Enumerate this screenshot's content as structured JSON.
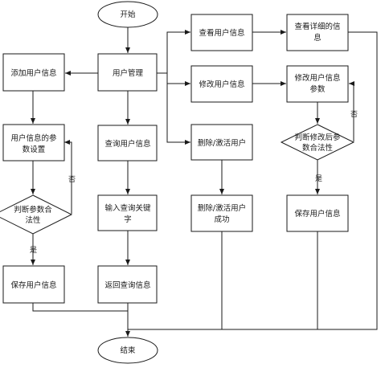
{
  "nodes": {
    "start": {
      "lines": [
        "开始"
      ]
    },
    "user_mgmt": {
      "lines": [
        "用户管理"
      ]
    },
    "add_user": {
      "lines": [
        "添加用户信息"
      ]
    },
    "set_params": {
      "lines": [
        "用户信息的参",
        "数设置"
      ]
    },
    "check_params": {
      "lines": [
        "判断参数合",
        "法性"
      ]
    },
    "save_add": {
      "lines": [
        "保存用户信息"
      ]
    },
    "query_user": {
      "lines": [
        "查询用户信息"
      ]
    },
    "input_keyword": {
      "lines": [
        "输入查询关键",
        "字"
      ]
    },
    "return_query": {
      "lines": [
        "返回查询信息"
      ]
    },
    "view_user": {
      "lines": [
        "查看用户信息"
      ]
    },
    "view_detail": {
      "lines": [
        "查看详细的信",
        "息"
      ]
    },
    "modify_user": {
      "lines": [
        "修改用户信息"
      ]
    },
    "modify_params": {
      "lines": [
        "修改用户信息",
        "参数"
      ]
    },
    "check_modify": {
      "lines": [
        "判断修改后参",
        "数合法性"
      ]
    },
    "save_modify": {
      "lines": [
        "保存用户信息"
      ]
    },
    "delete_activate": {
      "lines": [
        "删除/激活用户"
      ]
    },
    "delete_success": {
      "lines": [
        "删除/激活用户",
        "成功"
      ]
    },
    "end": {
      "lines": [
        "结束"
      ]
    }
  },
  "edge_labels": {
    "yes_add": "是",
    "no_add": "否",
    "yes_modify": "是",
    "no_modify": "否"
  }
}
